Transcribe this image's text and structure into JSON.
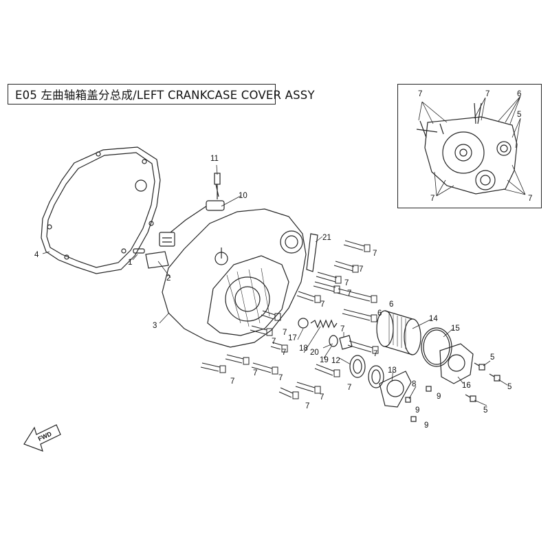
{
  "title": "E05 左曲轴箱盖分总成/LEFT CRANKCASE COVER  ASSY",
  "fwd_label": "FWD",
  "inset_callouts": [
    {
      "id": "i7a",
      "text": "7"
    },
    {
      "id": "i7b",
      "text": "7"
    },
    {
      "id": "i6",
      "text": "6"
    },
    {
      "id": "i5",
      "text": "5"
    },
    {
      "id": "i7c",
      "text": "7"
    },
    {
      "id": "i7d",
      "text": "7"
    }
  ],
  "callouts": [
    {
      "id": "c1",
      "text": "1"
    },
    {
      "id": "c2",
      "text": "2"
    },
    {
      "id": "c3",
      "text": "3"
    },
    {
      "id": "c4",
      "text": "4"
    },
    {
      "id": "c5a",
      "text": "5"
    },
    {
      "id": "c5b",
      "text": "5"
    },
    {
      "id": "c5c",
      "text": "5"
    },
    {
      "id": "c6a",
      "text": "6"
    },
    {
      "id": "c6b",
      "text": "6"
    },
    {
      "id": "c7a",
      "text": "7"
    },
    {
      "id": "c7b",
      "text": "7"
    },
    {
      "id": "c7c",
      "text": "7"
    },
    {
      "id": "c7d",
      "text": "7"
    },
    {
      "id": "c7e",
      "text": "7"
    },
    {
      "id": "c7f",
      "text": "7"
    },
    {
      "id": "c7g",
      "text": "7"
    },
    {
      "id": "c7h",
      "text": "7"
    },
    {
      "id": "c7i",
      "text": "7"
    },
    {
      "id": "c7j",
      "text": "7"
    },
    {
      "id": "c7k",
      "text": "7"
    },
    {
      "id": "c7l",
      "text": "7"
    },
    {
      "id": "c7m",
      "text": "7"
    },
    {
      "id": "c7n",
      "text": "7"
    },
    {
      "id": "c7o",
      "text": "7"
    },
    {
      "id": "c7p",
      "text": "7"
    },
    {
      "id": "c8",
      "text": "8"
    },
    {
      "id": "c9a",
      "text": "9"
    },
    {
      "id": "c9b",
      "text": "9"
    },
    {
      "id": "c9c",
      "text": "9"
    },
    {
      "id": "c10",
      "text": "10"
    },
    {
      "id": "c11",
      "text": "11"
    },
    {
      "id": "c12",
      "text": "12"
    },
    {
      "id": "c13",
      "text": "13"
    },
    {
      "id": "c14",
      "text": "14"
    },
    {
      "id": "c15",
      "text": "15"
    },
    {
      "id": "c16",
      "text": "16"
    },
    {
      "id": "c17",
      "text": "17"
    },
    {
      "id": "c18",
      "text": "18"
    },
    {
      "id": "c19",
      "text": "19"
    },
    {
      "id": "c20",
      "text": "20"
    },
    {
      "id": "c21",
      "text": "21"
    }
  ]
}
